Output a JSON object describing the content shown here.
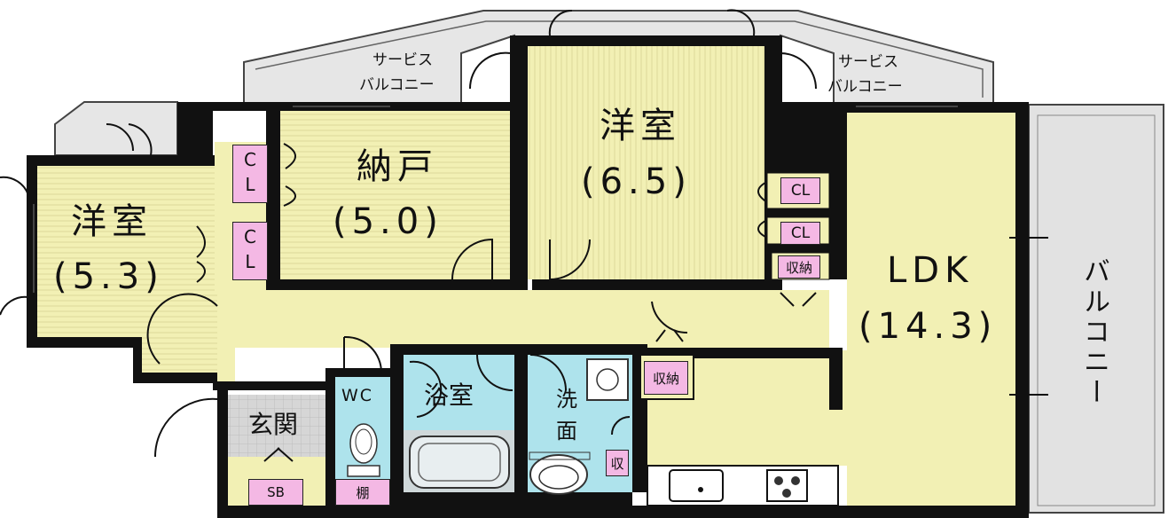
{
  "rooms": {
    "western_left": {
      "name": "洋室",
      "size": "(5.3)"
    },
    "storage_room": {
      "name": "納戸",
      "size": "(5.0)"
    },
    "western_top": {
      "name": "洋室",
      "size": "(6.5)"
    },
    "ldk": {
      "name": "LDK",
      "size": "(14.3)"
    },
    "balcony": {
      "name": "バルコニー"
    },
    "service_balcony_left": {
      "line1": "サービス",
      "line2": "バルコニー"
    },
    "service_balcony_right": {
      "line1": "サービス",
      "line2": "バルコニー"
    },
    "bath": {
      "name": "浴室"
    },
    "washroom": {
      "line1": "洗",
      "line2": "面"
    },
    "wc": {
      "name": "WC"
    },
    "entrance": {
      "name": "玄関"
    }
  },
  "tags": {
    "cl_left_1": "CL",
    "cl_left_2": "CL",
    "cl_right_1": "CL",
    "cl_right_2": "CL",
    "storage_1": "収納",
    "storage_2": "収納",
    "storage_small": "収",
    "shoe_box": "SB",
    "shelf": "棚"
  },
  "colors": {
    "room_fill": "#f2f0b4",
    "ldk_fill": "#f2f0b4",
    "wet_fill": "#aee3ec",
    "balcony_fill": "#e2e2e2",
    "tag_fill": "#f4b8e4",
    "wall": "#111111"
  }
}
